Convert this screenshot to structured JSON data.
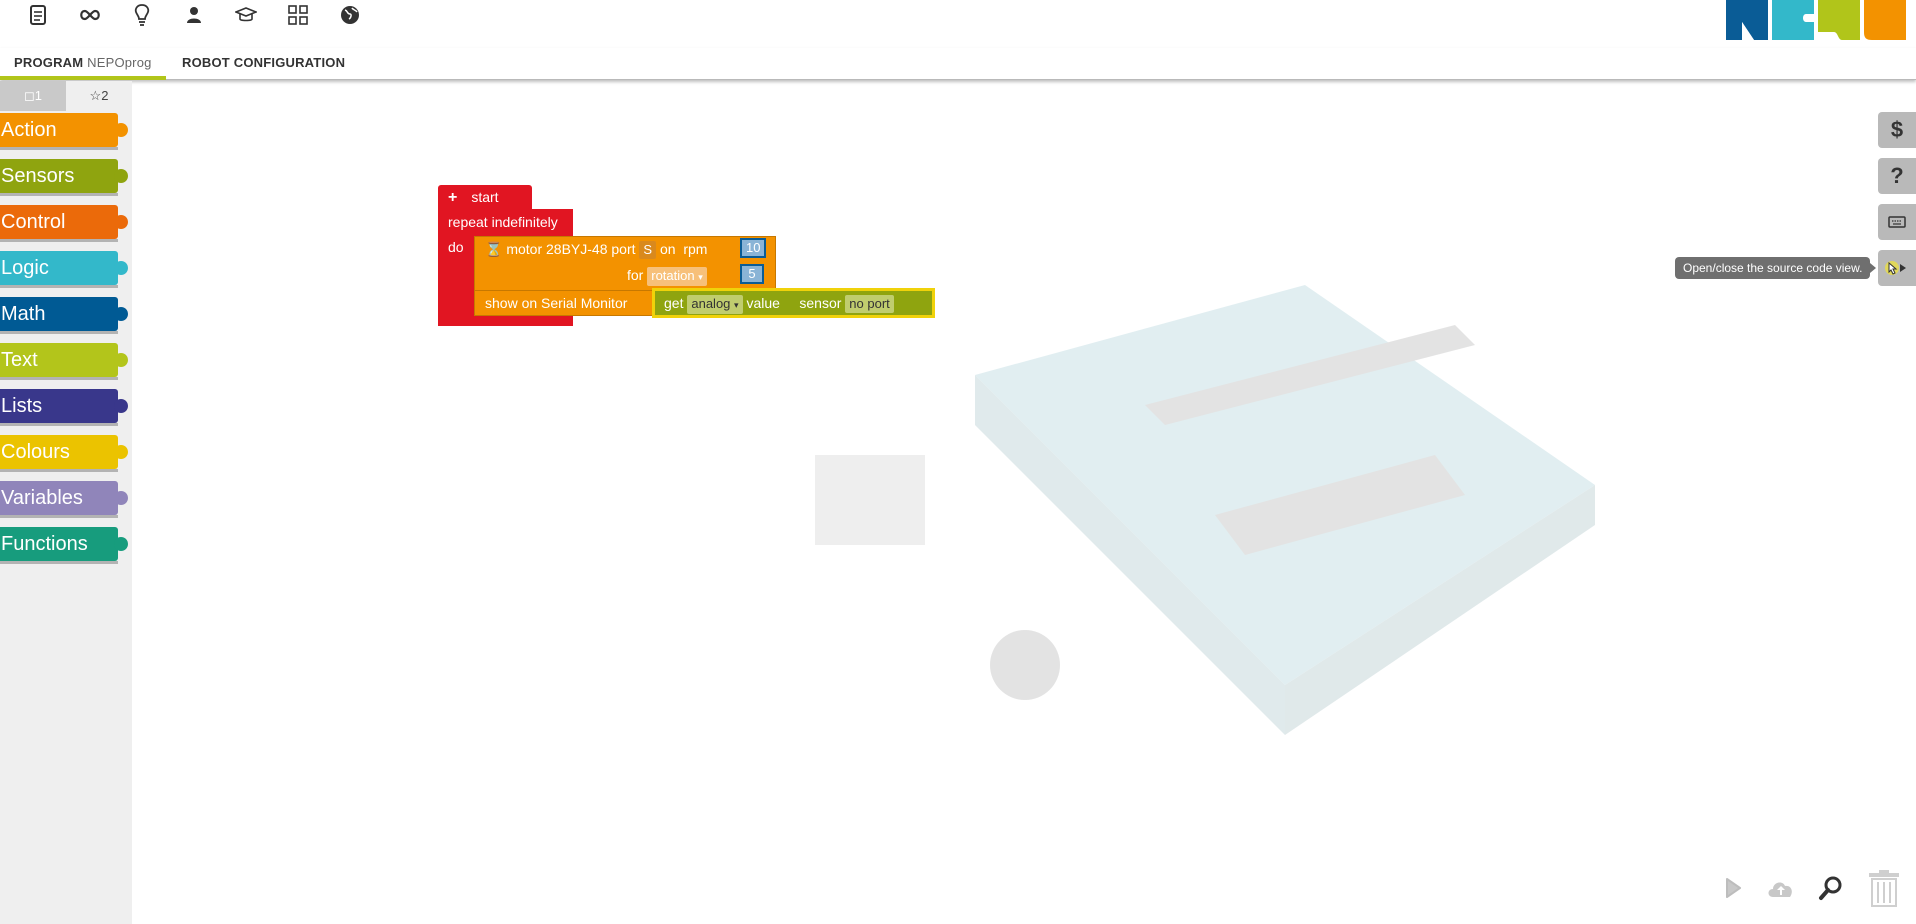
{
  "menu": {
    "icons": [
      "document-icon",
      "infinity-icon",
      "lightbulb-icon",
      "user-icon",
      "graduation-cap-icon",
      "grid-icon",
      "globe-icon"
    ]
  },
  "tabs": {
    "program_label": "PROGRAM",
    "program_name": "NEPOprog",
    "config_label": "ROBOT CONFIGURATION"
  },
  "toolbox": {
    "levels": [
      {
        "label": "1",
        "icon": "square-icon"
      },
      {
        "label": "2",
        "icon": "star-icon"
      }
    ],
    "categories": [
      {
        "label": "Action",
        "color": "#f39200"
      },
      {
        "label": "Sensors",
        "color": "#8fa40f"
      },
      {
        "label": "Control",
        "color": "#eb6a0a"
      },
      {
        "label": "Logic",
        "color": "#33b8ca"
      },
      {
        "label": "Math",
        "color": "#005a94"
      },
      {
        "label": "Text",
        "color": "#b3c51b"
      },
      {
        "label": "Lists",
        "color": "#39378b"
      },
      {
        "label": "Colours",
        "color": "#ebc300"
      },
      {
        "label": "Variables",
        "color": "#9085ba"
      },
      {
        "label": "Functions",
        "color": "#179c7d"
      }
    ]
  },
  "blocks": {
    "start": "start",
    "repeat": "repeat indefinitely",
    "do": "do",
    "motor": {
      "name": "motor 28BYJ-48 port",
      "port": "S",
      "on": "on",
      "rpm": "rpm",
      "rpm_value": "10",
      "for": "for",
      "unit": "rotation",
      "amount": "5"
    },
    "serial": "show on Serial Monitor",
    "get": {
      "get": "get",
      "mode": "analog",
      "value": "value",
      "sensor": "sensor",
      "port": "no port"
    }
  },
  "right_buttons": [
    "dollar-icon",
    "help-icon",
    "keyboard-icon",
    "source-code-icon"
  ],
  "tooltip": "Open/close the source code view.",
  "bottom_controls": [
    "run-icon",
    "cloud-upload-icon",
    "zoom-icon",
    "trash-icon"
  ]
}
